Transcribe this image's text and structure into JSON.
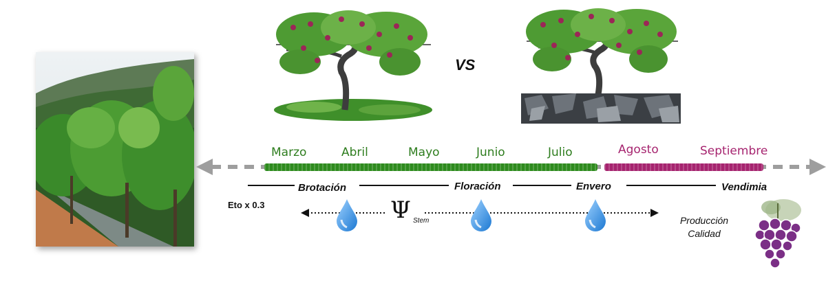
{
  "center_label": "VS",
  "timeline": {
    "months": [
      {
        "label": "Marzo",
        "color": "#2e7d1e"
      },
      {
        "label": "Abril",
        "color": "#2e7d1e"
      },
      {
        "label": "Mayo",
        "color": "#2e7d1e"
      },
      {
        "label": "Junio",
        "color": "#2e7d1e"
      },
      {
        "label": "Julio",
        "color": "#2e7d1e"
      },
      {
        "label": "Agosto",
        "color": "#a6246f"
      },
      {
        "label": "Septiembre",
        "color": "#a6246f"
      }
    ],
    "phases": [
      "Brotación",
      "Floración",
      "Envero",
      "Vendimia"
    ]
  },
  "irrigation": {
    "eto_label": "Eto x 0.3",
    "psi_symbol": "Ψ",
    "psi_subscript": "Stem"
  },
  "outcomes": {
    "line1": "Producción",
    "line2": "Calidad"
  },
  "colors": {
    "growth_green": "#2e8b1e",
    "ripening_purple": "#a6246f",
    "arrow_gray": "#9e9e9e",
    "water_blue": "#2b8fe0",
    "grape_purple": "#7b2f86"
  }
}
